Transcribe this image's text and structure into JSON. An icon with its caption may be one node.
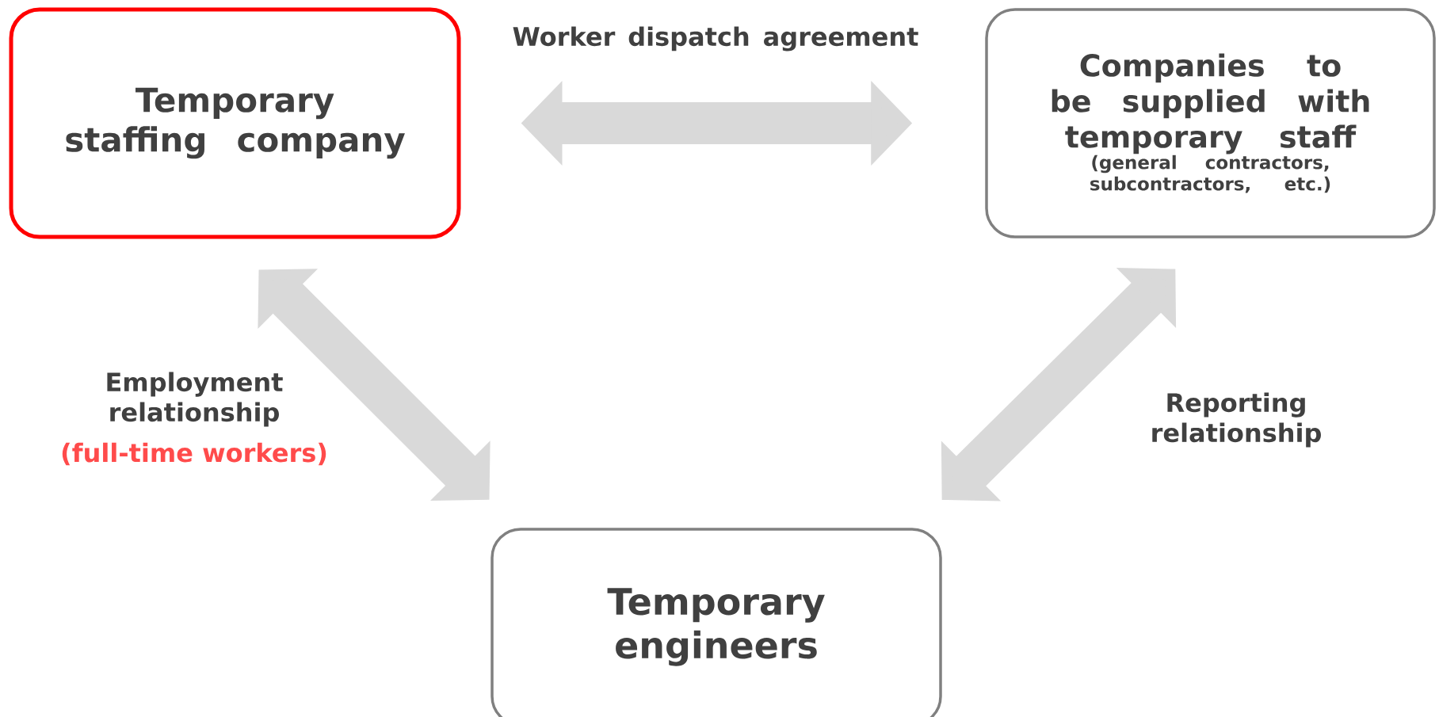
{
  "diagram": {
    "nodes": [
      {
        "text": [
          "Temporary staffing company"
        ]
      },
      {
        "text": [
          "Companies to be supplied with temporary staff",
          "(general contractors, subcontractors, etc.)"
        ]
      },
      {
        "text": [
          "Temporary engineers"
        ]
      }
    ],
    "edges": [
      {
        "from": 0,
        "to": 1,
        "arrow": "both",
        "label": "Worker dispatch agreement"
      },
      {
        "from": 0,
        "to": 2,
        "arrow": "both",
        "label": "Employment relationship"
      },
      {
        "from": 1,
        "to": 2,
        "arrow": "both",
        "label": "Reporting relationship"
      }
    ],
    "labels": [
      "(full-time workers)"
    ]
  }
}
